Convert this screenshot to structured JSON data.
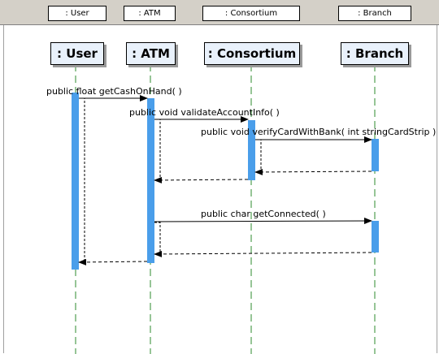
{
  "ruler": {
    "labels": [
      ": User",
      ": ATM",
      ": Consortium",
      ": Branch"
    ]
  },
  "lifelines": [
    {
      "id": "user",
      "label": ": User"
    },
    {
      "id": "atm",
      "label": ": ATM"
    },
    {
      "id": "consortium",
      "label": ": Consortium"
    },
    {
      "id": "branch",
      "label": ": Branch"
    }
  ],
  "messages": [
    {
      "id": "m1",
      "label": "public float  getCashOnHand( )",
      "from": "user",
      "to": "atm",
      "kind": "call"
    },
    {
      "id": "m2",
      "label": "public void  validateAccountInfo( )",
      "from": "atm",
      "to": "consortium",
      "kind": "call"
    },
    {
      "id": "m3",
      "label": "public void  verifyCardWithBank( int stringCardStrip )",
      "from": "consortium",
      "to": "branch",
      "kind": "call"
    },
    {
      "id": "m4",
      "label": "",
      "from": "branch",
      "to": "consortium",
      "kind": "return"
    },
    {
      "id": "m5",
      "label": "",
      "from": "consortium",
      "to": "atm",
      "kind": "return"
    },
    {
      "id": "m6",
      "label": "public char  getConnected( )",
      "from": "atm",
      "to": "branch",
      "kind": "call"
    },
    {
      "id": "m7",
      "label": "",
      "from": "branch",
      "to": "atm",
      "kind": "return"
    },
    {
      "id": "m8",
      "label": "",
      "from": "atm",
      "to": "user",
      "kind": "return"
    }
  ],
  "colors": {
    "activation": "#4a9eea",
    "lifeline": "#2e8b2e",
    "header_bg": "#e9f1fb",
    "ruler_bg": "#d4d0c8"
  }
}
